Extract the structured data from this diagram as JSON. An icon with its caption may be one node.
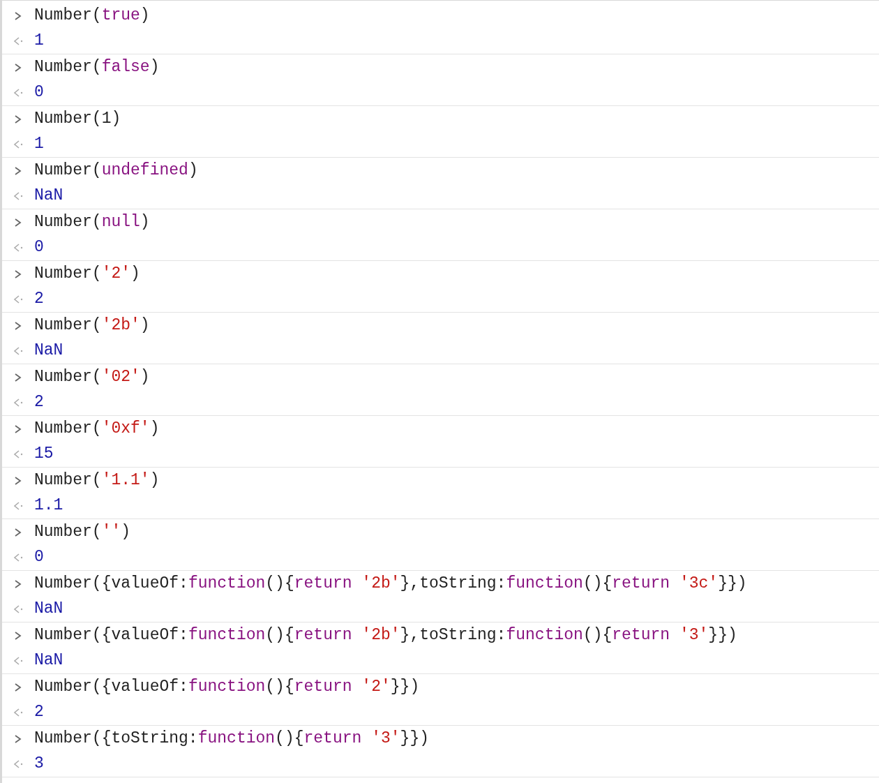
{
  "diagram": {
    "labels": [
      "Number(true)",
      "1",
      "Number(false)",
      "0",
      "Number(1)",
      "1",
      "Number(undefined)",
      "NaN",
      "Number(null)",
      "0",
      "Number('2')",
      "2",
      "Number('2b')",
      "NaN",
      "Number('02')",
      "2",
      "Number('0xf')",
      "15",
      "Number('1.1')",
      "1.1",
      "Number('')",
      "0",
      "Number({valueOf:function(){return '2b'},toString:function(){return '3c'}})",
      "NaN",
      "Number({valueOf:function(){return '2b'},toString:function(){return '3'}})",
      "NaN",
      "Number({valueOf:function(){return '2'}})",
      "2",
      "Number({toString:function(){return '3'}})",
      "3"
    ]
  }
}
